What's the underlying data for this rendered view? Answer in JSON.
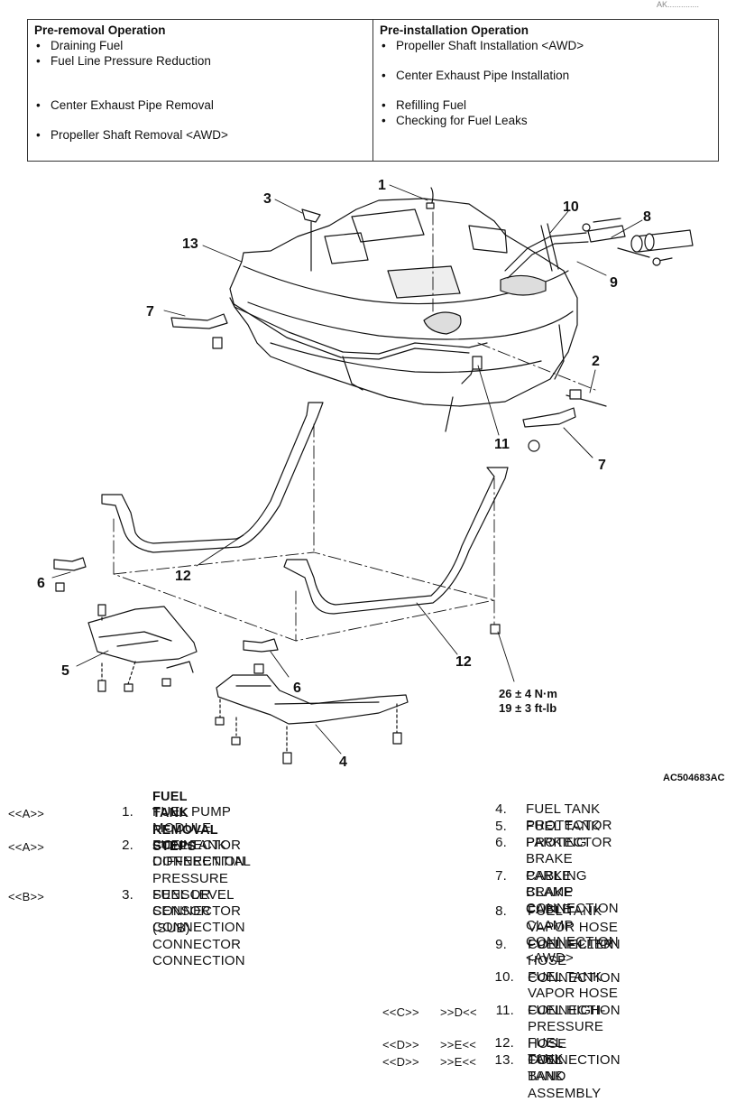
{
  "corner_id": "AK..............",
  "pre_removal": {
    "title": "Pre-removal Operation",
    "items": [
      "Draining Fuel",
      "Fuel Line Pressure Reduction",
      "Center Exhaust Pipe Removal",
      "Propeller Shaft Removal <AWD>"
    ]
  },
  "pre_installation": {
    "title": "Pre-installation Operation",
    "items": [
      "Propeller Shaft Installation <AWD>",
      "Center Exhaust Pipe Installation",
      "Refilling Fuel",
      "Checking for Fuel Leaks"
    ]
  },
  "diagram": {
    "callouts": [
      "1",
      "2",
      "3",
      "4",
      "5",
      "6",
      "6",
      "7",
      "7",
      "8",
      "9",
      "10",
      "11",
      "12",
      "12",
      "13"
    ],
    "torque_nm": "26 ± 4 N·m",
    "torque_ftlb": "19 ± 3 ft-lb",
    "figure_id": "AC504683AC"
  },
  "steps_heading": "FUEL TANK REMOVAL STEPS",
  "steps_left": [
    {
      "mark": "<<A>>",
      "num": "1.",
      "text": "FUEL PUMP MODULE\nCONNECTOR CONNECTION"
    },
    {
      "mark": "<<A>>",
      "num": "2.",
      "text": "FUEL TANK DIFFERENTIAL\nPRESSURE SENSOR\nCONNECTOR CONNECTION"
    },
    {
      "mark": "<<B>>",
      "num": "3.",
      "text": "FUEL LEVEL SENSOR (SUB)\nCONNECTOR CONNECTION"
    }
  ],
  "steps_right": [
    {
      "mark_removal": "",
      "mark_install": "",
      "num": "4.",
      "text": "FUEL TANK PROTECTOR"
    },
    {
      "mark_removal": "",
      "mark_install": "",
      "num": "5.",
      "text": "FUEL TANK PROTECTOR"
    },
    {
      "mark_removal": "",
      "mark_install": "",
      "num": "6.",
      "text": "PARKING BRAKE CABLE CLAMP\nCONNECTION"
    },
    {
      "mark_removal": "",
      "mark_install": "",
      "num": "7.",
      "text": "PARKING BRAKE CABLE CLAMP\nCONNECTION <AWD>"
    },
    {
      "mark_removal": "",
      "mark_install": "",
      "num": "8.",
      "text": "FUEL TANK VAPOR HOSE\nCONNECTION"
    },
    {
      "mark_removal": "",
      "mark_install": "",
      "num": "9.",
      "text": "FUEL FILLER HOSE\nCONNECTION"
    },
    {
      "mark_removal": "",
      "mark_install": "",
      "num": "10.",
      "text": "FUEL TANK VAPOR HOSE\nCONNECTION"
    },
    {
      "mark_removal": "<<C>>",
      "mark_install": ">>D<<",
      "num": "11.",
      "text": "FUEL HIGH-PRESSURE HOSE\nCONNECTION"
    },
    {
      "mark_removal": "<<D>>",
      "mark_install": ">>E<<",
      "num": "12.",
      "text": "FUEL TANK BAND"
    },
    {
      "mark_removal": "<<D>>",
      "mark_install": ">>E<<",
      "num": "13.",
      "text": "FUEL TANK ASSEMBLY"
    }
  ]
}
